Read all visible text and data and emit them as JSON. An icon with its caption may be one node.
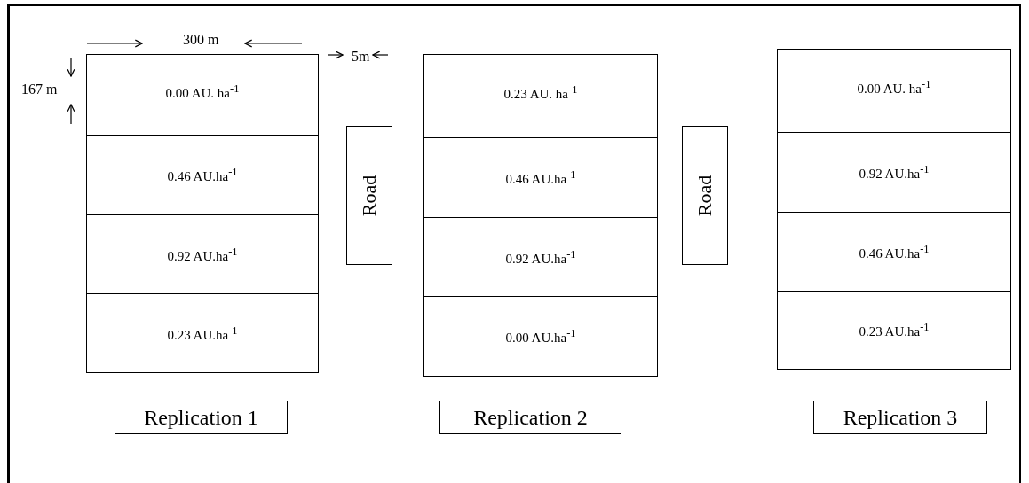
{
  "diagram": {
    "nodes": [
      {
        "text": [
          "0.00 AU. ha$^{-1}$"
        ]
      },
      {
        "text": [
          "0.46 AU.ha$^{-1}$"
        ]
      },
      {
        "text": [
          "0.92 AU.ha$^{-1}$"
        ]
      },
      {
        "text": [
          "0.23 AU.ha$^{-1}$"
        ]
      },
      {
        "text": [
          "Road"
        ]
      },
      {
        "text": [
          "0.23 AU. ha$^{-1}$"
        ]
      },
      {
        "text": [
          "0.46 AU.ha$^{-1}$"
        ]
      },
      {
        "text": [
          "0.92 AU.ha$^{-1}$"
        ]
      },
      {
        "text": [
          "0.00 AU.ha$^{-1}$"
        ]
      },
      {
        "text": [
          "Road"
        ]
      },
      {
        "text": [
          "0.00 AU. ha$^{-1}$"
        ]
      },
      {
        "text": [
          "0.92 AU.ha$^{-1}$"
        ]
      },
      {
        "text": [
          "0.46 AU.ha$^{-1}$"
        ]
      },
      {
        "text": [
          "0.23 AU.ha$^{-1}$"
        ]
      },
      {
        "text": [
          "Replication 1"
        ]
      },
      {
        "text": [
          "Replication 2"
        ]
      },
      {
        "text": [
          "Replication 3"
        ]
      }
    ],
    "edges": [],
    "labels": [
      "300 m",
      "5m",
      "167 m"
    ]
  }
}
